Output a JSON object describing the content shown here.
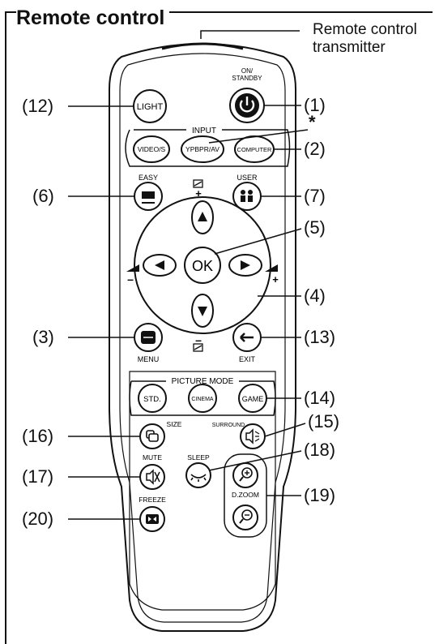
{
  "title": "Remote control",
  "transmitter_label": [
    "Remote control",
    "transmitter"
  ],
  "asterisk": "*",
  "buttons": {
    "on_standby": [
      "ON/",
      "STANDBY"
    ],
    "light": "LIGHT",
    "input_group": "INPUT",
    "video_s": "VIDEO/S",
    "ypbpr_av": "YPBPR/AV",
    "computer": "COMPUTER",
    "easy": "EASY",
    "user": "USER",
    "ok": "OK",
    "menu": "MENU",
    "exit": "EXIT",
    "picture_mode_group": "PICTURE MODE",
    "std": "STD.",
    "cinema": "CINEMA",
    "game": "GAME",
    "size": "SIZE",
    "surround": "SURROUND",
    "mute": "MUTE",
    "sleep": "SLEEP",
    "freeze": "FREEZE",
    "dzoom": "D.ZOOM"
  },
  "callouts": {
    "c1": "(1)",
    "c2": "(2)",
    "c3": "(3)",
    "c4": "(4)",
    "c5": "(5)",
    "c6": "(6)",
    "c7": "(7)",
    "c12": "(12)",
    "c13": "(13)",
    "c14": "(14)",
    "c15": "(15)",
    "c16": "(16)",
    "c17": "(17)",
    "c18": "(18)",
    "c19": "(19)",
    "c20": "(20)"
  }
}
